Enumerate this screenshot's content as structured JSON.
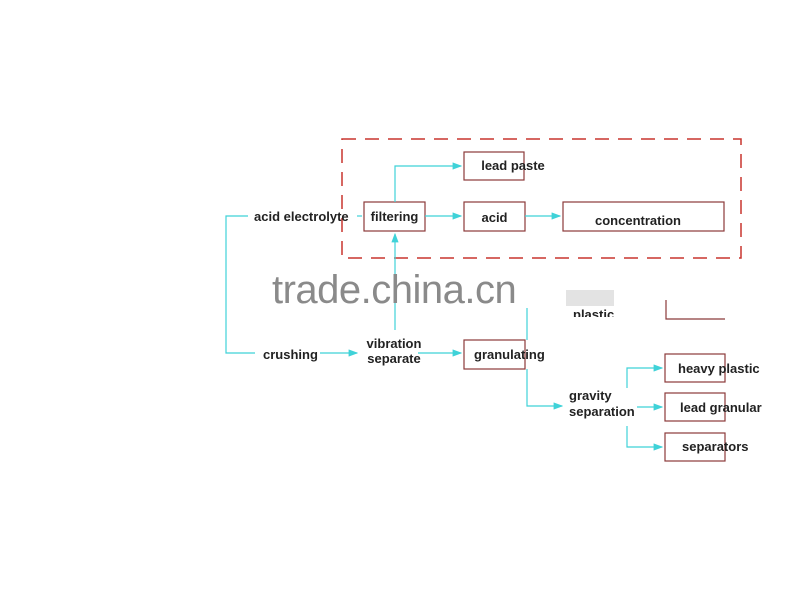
{
  "colors": {
    "flow_line": "#3fd2d8",
    "box_border": "#8b3a3a",
    "dashed_group": "#c8352f",
    "watermark": "#8a8a8a"
  },
  "nodes": {
    "acid_electrolyte": "acid electrolyte",
    "filtering": "filtering",
    "lead_paste": "lead paste",
    "acid": "acid",
    "concentration": "concentration",
    "crushing": "crushing",
    "vibration_separate": "vibration\nseparate",
    "granulating": "granulating",
    "plastic_partial": "plastic",
    "gravity_separation": "gravity\nseparation",
    "heavy_plastic": "heavy plastic",
    "lead_granular": "lead granular",
    "separators": "separators"
  },
  "watermark": "trade.china.cn"
}
